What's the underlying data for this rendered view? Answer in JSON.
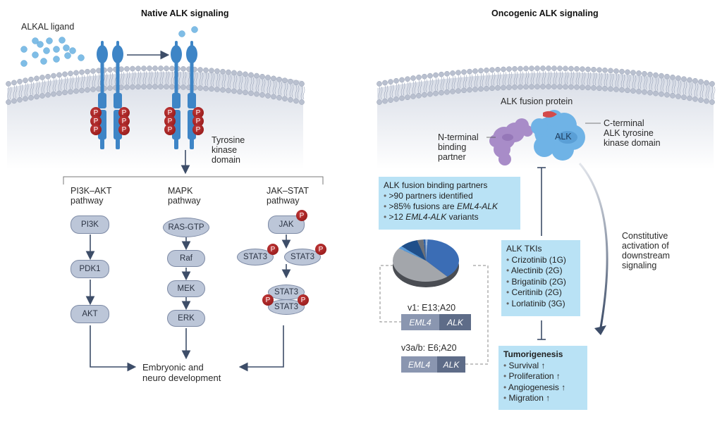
{
  "left_panel": {
    "title": "Native ALK signaling",
    "ligand_label": "ALKAL ligand",
    "phospho_label": "P",
    "kinase_label": [
      "Tyrosine",
      "kinase",
      "domain"
    ],
    "pathways": [
      {
        "name": [
          "PI3K–AKT",
          "pathway"
        ],
        "steps": [
          "PI3K",
          "PDK1",
          "AKT"
        ]
      },
      {
        "name": [
          "MAPK",
          "pathway"
        ],
        "steps": [
          "RAS-GTP",
          "Raf",
          "MEK",
          "ERK"
        ]
      },
      {
        "name": [
          "JAK–STAT",
          "pathway"
        ],
        "steps": [
          "JAK",
          "STAT3",
          "STAT3",
          "STAT3",
          "STAT3"
        ]
      }
    ],
    "outcome": [
      "Embryonic and",
      "neuro development"
    ]
  },
  "right_panel": {
    "title": "Oncogenic ALK signaling",
    "fusion_protein_label": "ALK fusion protein",
    "alk_label": "ALK",
    "n_terminal_label": [
      "N-terminal",
      "binding",
      "partner"
    ],
    "c_terminal_label": [
      "C-terminal",
      "ALK tyrosine",
      "kinase domain"
    ],
    "partners_box": {
      "heading": "ALK fusion binding partners",
      "items": [
        {
          "pre": ">90 partners identified",
          "em": "",
          "post": ""
        },
        {
          "pre": ">85% fusions are ",
          "em": "EML4-ALK",
          "post": ""
        },
        {
          "pre": ">12 ",
          "em": "EML4-ALK",
          "post": " variants"
        }
      ]
    },
    "variants": [
      {
        "label": "v1: E13;A20",
        "left": "EML4",
        "right": "ALK"
      },
      {
        "label": "v3a/b: E6;A20",
        "left": "EML4",
        "right": "ALK"
      }
    ],
    "tki_box": {
      "heading": "ALK TKIs",
      "items": [
        "Crizotinib (1G)",
        "Alectinib (2G)",
        "Brigatinib (2G)",
        "Ceritinib (2G)",
        "Lorlatinib (3G)"
      ]
    },
    "activation_label": [
      "Constitutive",
      "activation of",
      "downstream",
      "signaling"
    ],
    "tumorigenesis_box": {
      "heading": "Tumorigenesis",
      "items": [
        "Survival ↑",
        "Proliferation ↑",
        "Angiogenesis ↑",
        "Migration ↑"
      ]
    }
  },
  "pie": {
    "segments": [
      {
        "name": "v1",
        "value": 38,
        "color": "#3b6db5"
      },
      {
        "name": "v3a/b",
        "value": 46,
        "color": "#a3a6ab"
      },
      {
        "name": "other-1",
        "value": 2,
        "color": "#5b9bd8"
      },
      {
        "name": "other-2",
        "value": 9,
        "color": "#1f4f8a"
      },
      {
        "name": "other-3",
        "value": 3,
        "color": "#6d7178"
      },
      {
        "name": "other-4",
        "value": 1,
        "color": "#2a5fa8"
      },
      {
        "name": "other-5",
        "value": 1,
        "color": "#9fb8d8"
      }
    ]
  },
  "colors": {
    "receptor": "#3e85c6",
    "ligand": "#7fbde6",
    "phospho": "#9b1b1b",
    "arrow": "#3d4d68",
    "box": "#b9e2f5",
    "node": "#bcc6d8",
    "partner": "#a88cc8",
    "alk": "#6fb3e6"
  }
}
